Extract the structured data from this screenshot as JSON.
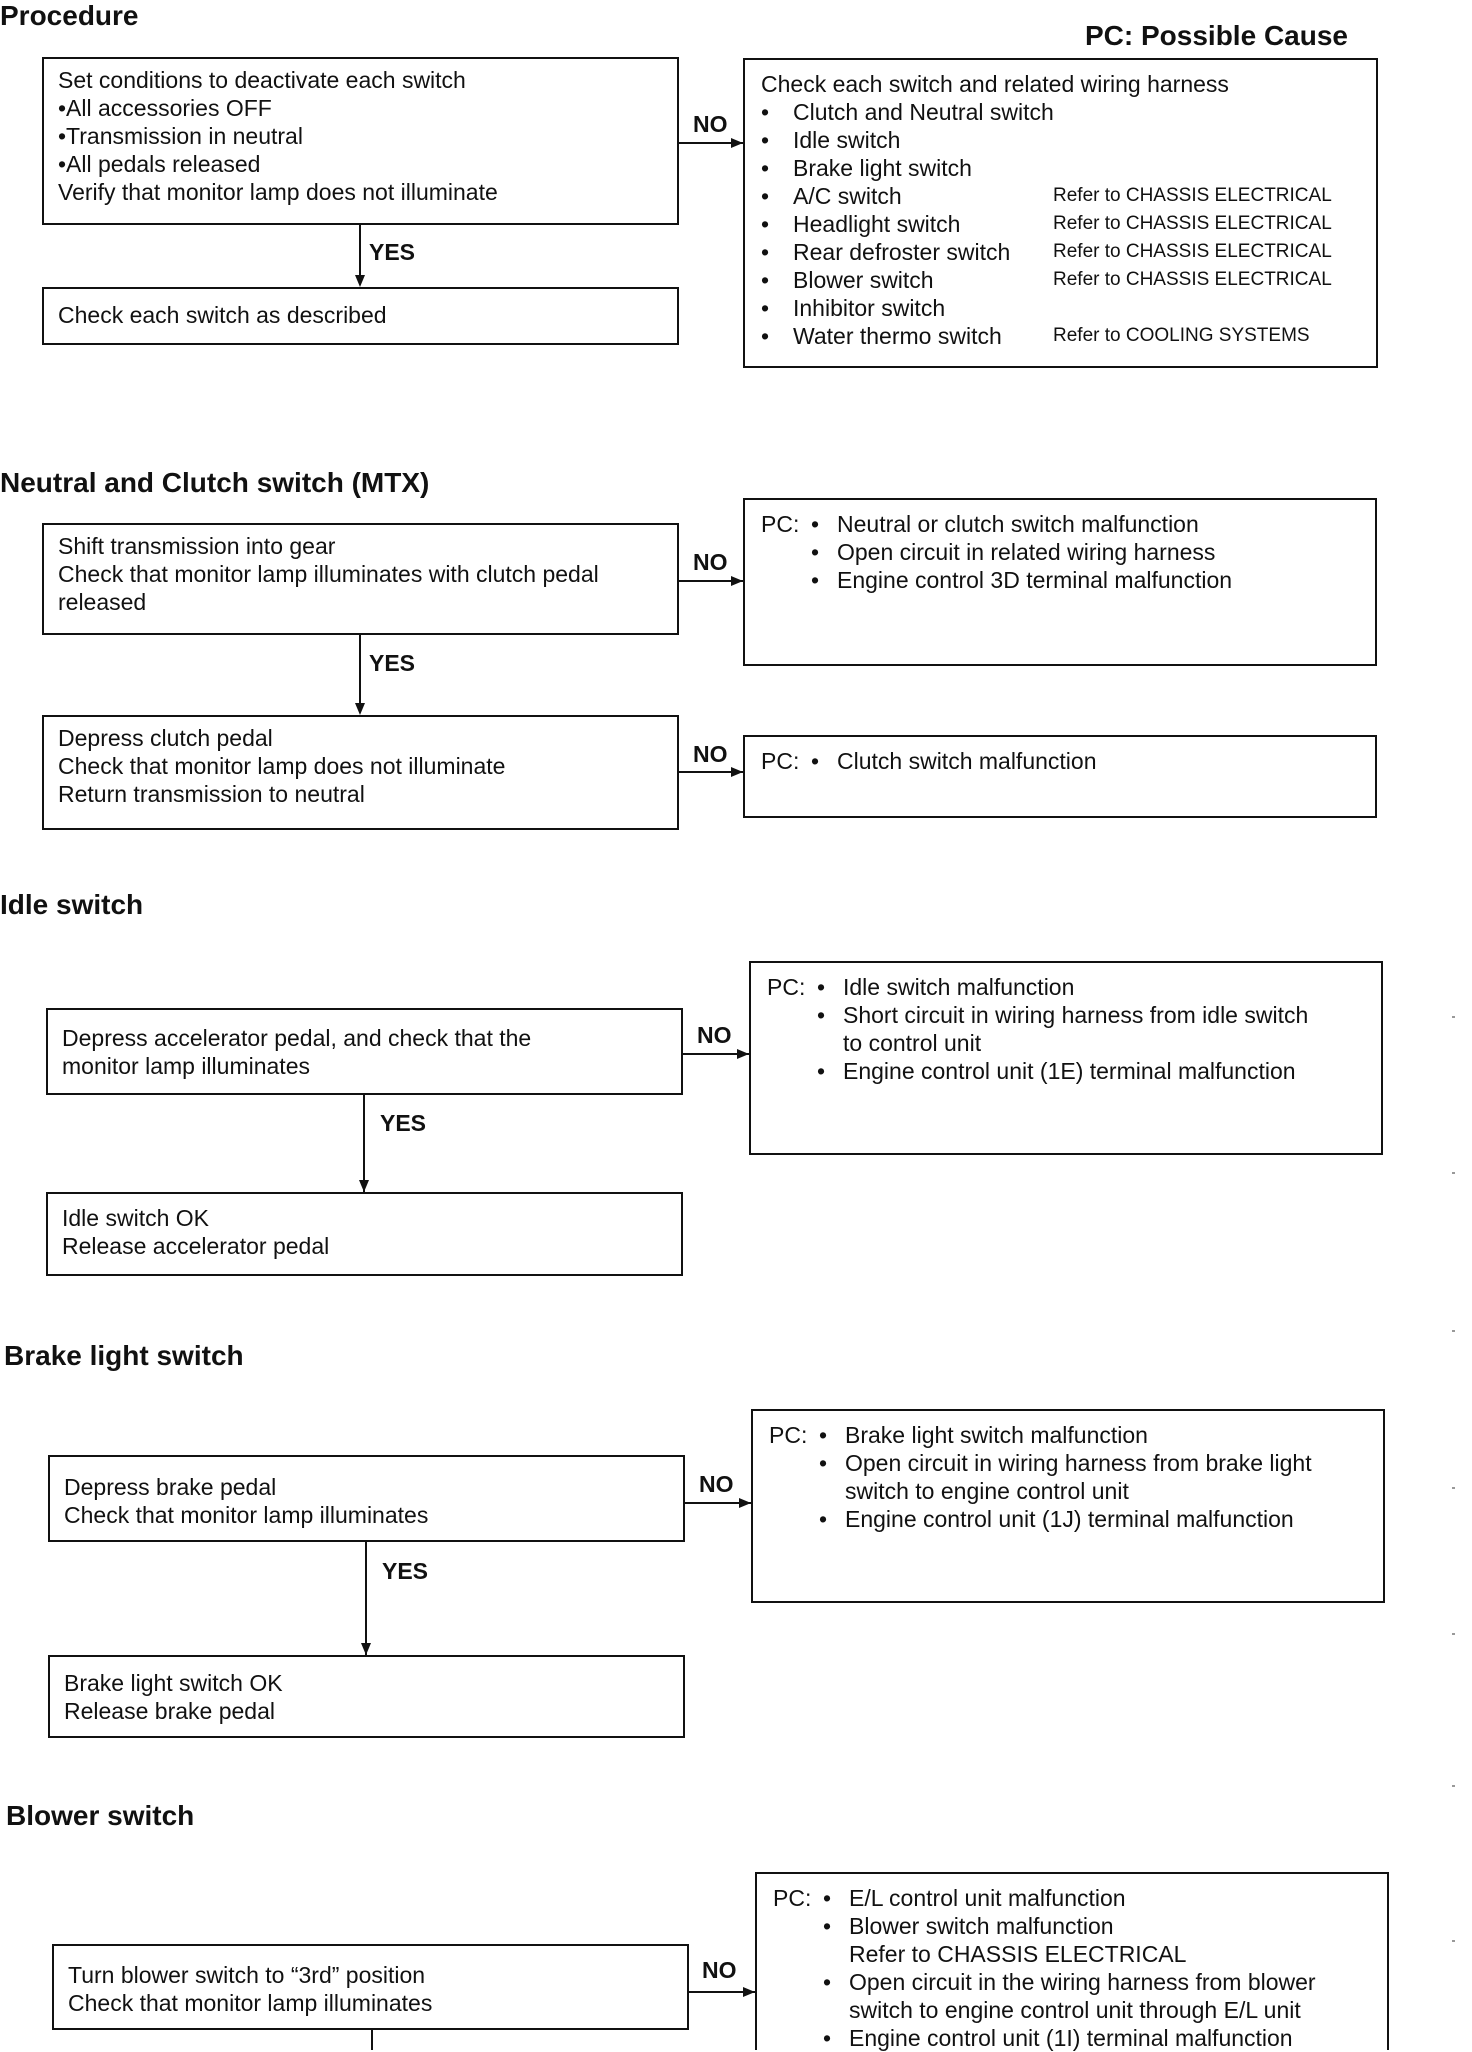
{
  "headings": {
    "procedure": "Procedure",
    "possible_cause": "PC: Possible Cause",
    "neutral_clutch": "Neutral and Clutch switch (MTX)",
    "idle": "Idle switch",
    "brake": "Brake light switch",
    "blower": "Blower switch"
  },
  "labels": {
    "yes": "YES",
    "no": "NO",
    "pc": "PC:",
    "bullet": "•"
  },
  "procedure": {
    "step1": [
      "Set conditions to deactivate each switch",
      "•All accessories OFF",
      "•Transmission in neutral",
      "•All pedals released",
      "Verify that monitor lamp does not illuminate"
    ],
    "step2": [
      "Check each switch as described"
    ],
    "check_title": "Check each switch and related wiring harness",
    "check_items": [
      {
        "name": "Clutch and Neutral switch",
        "ref": ""
      },
      {
        "name": "Idle switch",
        "ref": ""
      },
      {
        "name": "Brake light switch",
        "ref": ""
      },
      {
        "name": "A/C switch",
        "ref": "Refer to CHASSIS ELECTRICAL"
      },
      {
        "name": "Headlight switch",
        "ref": "Refer to CHASSIS ELECTRICAL"
      },
      {
        "name": "Rear defroster switch",
        "ref": "Refer to CHASSIS ELECTRICAL"
      },
      {
        "name": "Blower switch",
        "ref": "Refer to CHASSIS ELECTRICAL"
      },
      {
        "name": "Inhibitor switch",
        "ref": ""
      },
      {
        "name": "Water thermo switch",
        "ref": "Refer to COOLING SYSTEMS"
      }
    ]
  },
  "neutral_clutch": {
    "step1": [
      "Shift transmission into gear",
      "Check that monitor lamp illuminates with clutch pedal",
      "released"
    ],
    "step2": [
      "Depress clutch pedal",
      "Check that monitor lamp does not illuminate",
      "Return transmission to neutral"
    ],
    "pc1": [
      [
        "Neutral or clutch switch malfunction"
      ],
      [
        "Open circuit in related wiring harness"
      ],
      [
        "Engine control 3D terminal malfunction"
      ]
    ],
    "pc2": [
      [
        "Clutch switch malfunction"
      ]
    ]
  },
  "idle": {
    "step1": [
      "Depress accelerator pedal, and check that the",
      "monitor lamp illuminates"
    ],
    "step2": [
      "Idle switch OK",
      "Release accelerator pedal"
    ],
    "pc": [
      [
        "Idle switch malfunction"
      ],
      [
        "Short circuit in wiring harness from idle switch",
        "to control unit"
      ],
      [
        "Engine control unit (1E) terminal malfunction"
      ]
    ]
  },
  "brake": {
    "step1": [
      "Depress brake pedal",
      "Check that monitor lamp illuminates"
    ],
    "step2": [
      "Brake light switch OK",
      "Release brake pedal"
    ],
    "pc": [
      [
        "Brake light switch malfunction"
      ],
      [
        "Open circuit in wiring harness from brake light",
        "switch to engine control unit"
      ],
      [
        "Engine control unit (1J) terminal malfunction"
      ]
    ]
  },
  "blower": {
    "step1": [
      "Turn blower switch to “3rd” position",
      "Check that monitor lamp illuminates"
    ],
    "pc": [
      [
        "E/L control unit malfunction"
      ],
      [
        "Blower switch malfunction",
        "Refer to CHASSIS ELECTRICAL"
      ],
      [
        "Open circuit in the wiring harness from blower",
        "switch to engine control unit through E/L unit"
      ],
      [
        "Engine control unit (1I) terminal malfunction"
      ]
    ]
  }
}
